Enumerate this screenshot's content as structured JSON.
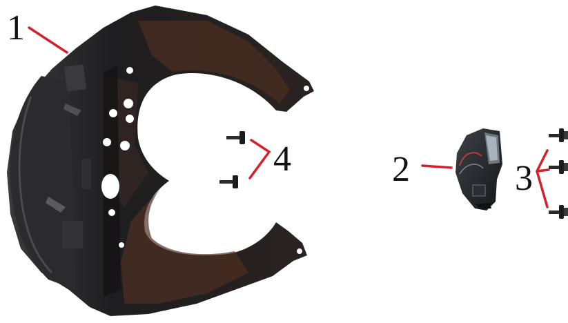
{
  "callouts": [
    {
      "id": "1",
      "label": "1"
    },
    {
      "id": "2",
      "label": "2"
    },
    {
      "id": "3",
      "label": "3"
    },
    {
      "id": "4",
      "label": "4"
    }
  ],
  "colors": {
    "leader_line": "#d51f2a",
    "part_dark": "#1c1b1c",
    "part_brown": "#5a3424",
    "background": "#ffffff",
    "label_text": "#111111"
  },
  "parts": [
    {
      "name": "headlight-cowl-bracket-icon",
      "callout": "1"
    },
    {
      "name": "speedometer-instrument-icon",
      "callout": "2"
    },
    {
      "name": "screw-icon",
      "callout": "3"
    },
    {
      "name": "screw-icon",
      "callout": "4"
    }
  ]
}
